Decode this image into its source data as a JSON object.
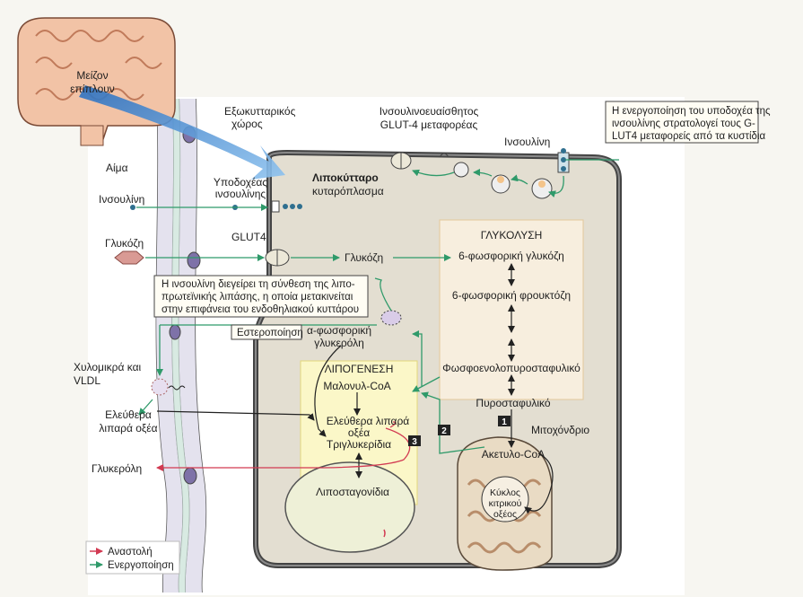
{
  "labels": {
    "intestine": [
      "Μείζον",
      "επίπλουν"
    ],
    "blood": "Αίμα",
    "extracellular": [
      "Εξωκυτταρικός",
      "χώρος"
    ],
    "insulin_left": "Ινσουλίνη",
    "receptor": [
      "Υποδοχέας",
      "ινσουλίνης"
    ],
    "glucose_left": "Γλυκόζη",
    "glut4": "GLUT4",
    "glucose_right": "Γλυκόζη",
    "adipocyte": "Λιποκύτταρο",
    "cytoplasm": "κυταρόπλασμα",
    "glut4_sensitive": [
      "Ινσουλινοευαίσθητος",
      "GLUT-4 μεταφορέας"
    ],
    "insulin_top": "Ινσουλίνη",
    "activation_box": [
      "Η ενεργοποίηση του υποδοχέα της",
      "ινσουλίνης στρατολογεί τους G-",
      "LUT4 μεταφορείς από τα κυστίδια"
    ],
    "lipase_box": [
      "Η ινσουλίνη διεγείρει τη σύνθεση της λιπο-",
      "πρωτεϊνικής λιπάσης, η οποία μετακινείται",
      "στην επιφάνεια του ενδοθηλιακού κυττάρου"
    ],
    "glycolysis": "ΓΛΥΚΟΛΥΣΗ",
    "g6p": "6-φωσφορική γλυκόζη",
    "f6p": "6-φωσφορική φρουκτόζη",
    "pep": "Φωσφοενολοπυροσταφυλικό",
    "pyruvate": "Πυροσταφυλικό",
    "mitochondrion": "Μιτοχόνδριο",
    "acetyl_coa": "Ακετυλο-CoA",
    "krebs": [
      "Κύκλος",
      "κιτρικού",
      "οξέος"
    ],
    "esterification": "Εστεροποίηση",
    "glycerol3p": [
      "α-φωσφορική",
      "γλυκερόλη"
    ],
    "lipogenesis": "ΛΙΠΟΓΕΝΕΣΗ",
    "malonyl": "Μαλονυλ-CoA",
    "ffa_inner": [
      "Ελεύθερα λιπαρά",
      "οξέα"
    ],
    "triglycerides": "Τριγλυκερίδια",
    "lipid_droplet": "Λιποσταγονίδια",
    "chylo": [
      "Χυλομικρά και",
      "VLDL"
    ],
    "ffa_outer": [
      "Ελεύθερα",
      "λιπαρά οξέα"
    ],
    "glycerol": "Γλυκερόλη",
    "step1": "1",
    "step2": "2",
    "step3": "3"
  },
  "legend": {
    "inhibition": "Αναστολή",
    "activation": "Ενεργοποίηση"
  },
  "colors": {
    "inhibition": "#d23a52",
    "activation": "#2f9a6a",
    "cell_fill": "#e6e2d8",
    "vessel": "#d8d6e6",
    "arrow_blue": "#4a90d9"
  }
}
